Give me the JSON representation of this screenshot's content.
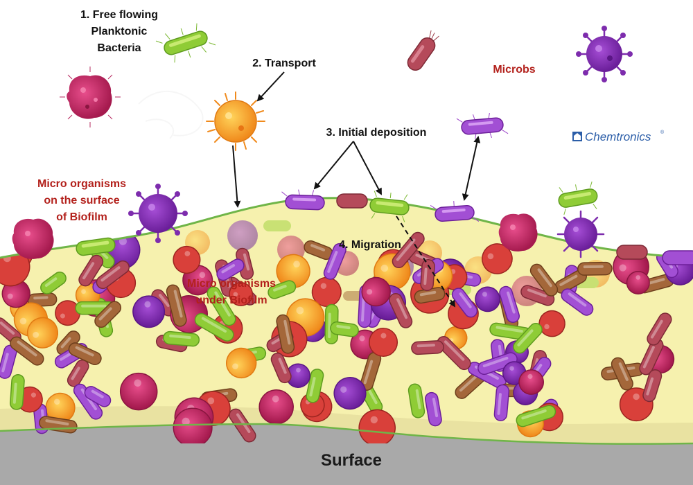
{
  "labels": {
    "step1_line1": "1. Free flowing",
    "step1_line2": "Planktonic",
    "step1_line3": "Bacteria",
    "step2": "2. Transport",
    "step3": "3. Initial deposition",
    "step4": "4. Migration",
    "microbs": "Microbs",
    "surface_org_line1": "Micro organisms",
    "surface_org_line2": "on the surface",
    "surface_org_line3": "of Biofilm",
    "under_org_line1": "Micro organisms",
    "under_org_line2": "under Biofilm",
    "surface": "Surface"
  },
  "logo": {
    "name": "Chemtronics",
    "mark": "®"
  },
  "colors": {
    "biofilm_fill": "#f6f1ae",
    "biofilm_outline": "#6fb548",
    "surface_gray": "#a9a9a9",
    "label_red": "#b3211c",
    "label_black": "#111111",
    "logo_blue": "#2c5ea8"
  },
  "icons": {
    "arrows": "arrow-icon",
    "microbes": [
      "green-rod-bacterium-icon",
      "orange-coccus-icon",
      "magenta-cluster-icon",
      "purple-virus-icon",
      "purple-rod-bacterium-icon",
      "red-rod-bacterium-icon"
    ]
  }
}
